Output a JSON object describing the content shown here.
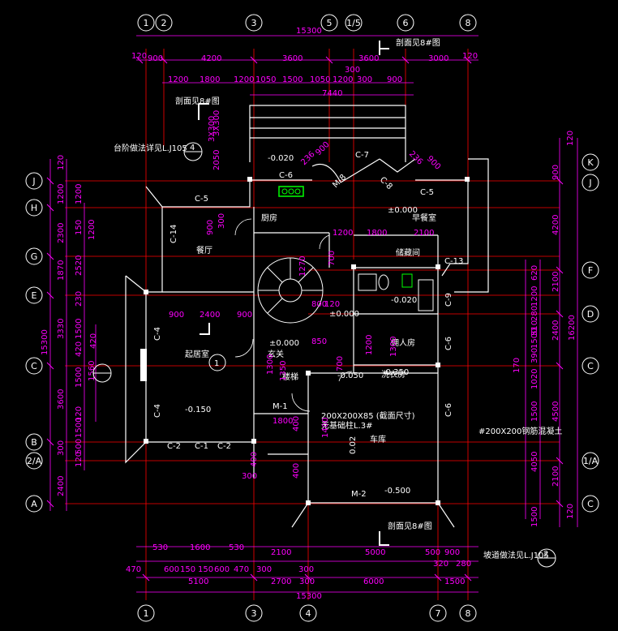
{
  "colors": {
    "background": "#000000",
    "dimension": "#ff00ff",
    "axis": "#ffffff",
    "gridline": "#ff0000",
    "wall": "#ffffff",
    "section": "#ffffff",
    "fixture": "#00ff00"
  },
  "axes_top": [
    {
      "label": "1"
    },
    {
      "label": "2"
    },
    {
      "label": "3"
    },
    {
      "label": "5"
    },
    {
      "label": "1/5"
    },
    {
      "label": "6"
    },
    {
      "label": "8"
    }
  ],
  "axes_bottom": [
    {
      "label": "1"
    },
    {
      "label": "3"
    },
    {
      "label": "4"
    },
    {
      "label": "7"
    },
    {
      "label": "8"
    }
  ],
  "axes_left": [
    {
      "label": "J"
    },
    {
      "label": "H"
    },
    {
      "label": "G"
    },
    {
      "label": "E"
    },
    {
      "label": "C"
    },
    {
      "label": "B"
    },
    {
      "label": "2/A"
    },
    {
      "label": "A"
    }
  ],
  "axes_right": [
    {
      "label": "K"
    },
    {
      "label": "J"
    },
    {
      "label": "F"
    },
    {
      "label": "D"
    },
    {
      "label": "C"
    },
    {
      "label": "1/A"
    },
    {
      "label": "C"
    }
  ],
  "dims_top": {
    "overall": "15300",
    "row1": [
      "120",
      "900",
      "4200",
      "3600",
      "3600",
      "3000",
      "120"
    ],
    "row1_extra": "300",
    "row2": [
      "1200",
      "1800",
      "1200",
      "1050",
      "1500",
      "1050",
      "1200",
      "300",
      "900"
    ],
    "row3": "7440"
  },
  "dims_bottom": {
    "row1": [
      "530",
      "1600",
      "530"
    ],
    "row2": [
      "470",
      "600",
      "150",
      "150",
      "600",
      "470",
      "300",
      "2100",
      "300",
      "5000",
      "500",
      "900",
      "320",
      "280"
    ],
    "row3": [
      "5100",
      "2700",
      "300",
      "6000",
      "1500"
    ],
    "overall": "15300"
  },
  "dims_left": {
    "overall": "15300",
    "col1": [
      "120",
      "1200",
      "2300",
      "1870",
      "3330",
      "3600",
      "300",
      "2400"
    ],
    "col2": [
      "1200",
      "2520",
      "1500",
      "420",
      "1500",
      "120",
      "1500",
      "500",
      "120"
    ],
    "col3": [
      "150",
      "1200",
      "230",
      "1560",
      "420"
    ]
  },
  "dims_right": {
    "overall": "16200",
    "col1": [
      "120",
      "900",
      "4200",
      "2100",
      "2400",
      "4500",
      "2100",
      "120"
    ],
    "col2": [
      "620",
      "1200",
      "280",
      "1500",
      "390",
      "1020",
      "1500",
      "4050",
      "1500"
    ],
    "col3": [
      "510",
      "170"
    ]
  },
  "rooms": [
    {
      "name": "厨房"
    },
    {
      "name": "早餐室"
    },
    {
      "name": "餐厅"
    },
    {
      "name": "储藏间"
    },
    {
      "name": "佣人房"
    },
    {
      "name": "洗衣房"
    },
    {
      "name": "玄关"
    },
    {
      "name": "起居室"
    },
    {
      "name": "车库"
    },
    {
      "name": "楼梯"
    }
  ],
  "labels": {
    "windows": [
      "C-6",
      "C-7",
      "C-5",
      "C-5",
      "C-14",
      "C-4",
      "C-4",
      "C-2",
      "C-1",
      "C-2",
      "C-13",
      "C-9",
      "C-6",
      "C-6",
      "C-8",
      "M-8"
    ],
    "doors": [
      "M-1",
      "M-2"
    ],
    "levels": [
      "-0.020",
      "±0.000",
      "±0.000",
      "±0.000",
      "-0.020",
      "-0.050",
      "-0.350",
      "-0.150",
      "-0.500"
    ],
    "section_top": "剖面见8#图",
    "section_bottom": "剖面见8#图",
    "section_left": "剖面见8#图",
    "detail_step": "台阶做法详见L.J105",
    "detail_ramp": "坡道做法见L.J105",
    "detail_ramp_ref": "2",
    "detail_step_ref": "4",
    "slope_note": "0.02",
    "beam_note_1": "200X200X85 (截面尺寸)",
    "beam_note_2": "无基础柱L.3#",
    "beam_note_3": "#200X200钢筋混凝土",
    "stair_num": "1",
    "dim_3x300": "3X300",
    "dim_misc": [
      "236",
      "900",
      "236",
      "900",
      "2050",
      "3X300",
      "900",
      "300",
      "1270",
      "2400",
      "900",
      "900",
      "700",
      "1200",
      "1800",
      "2100",
      "800",
      "120",
      "1300",
      "1350",
      "1800",
      "400",
      "400",
      "300",
      "400",
      "1400",
      "850",
      "700",
      "1200",
      "1300"
    ]
  }
}
